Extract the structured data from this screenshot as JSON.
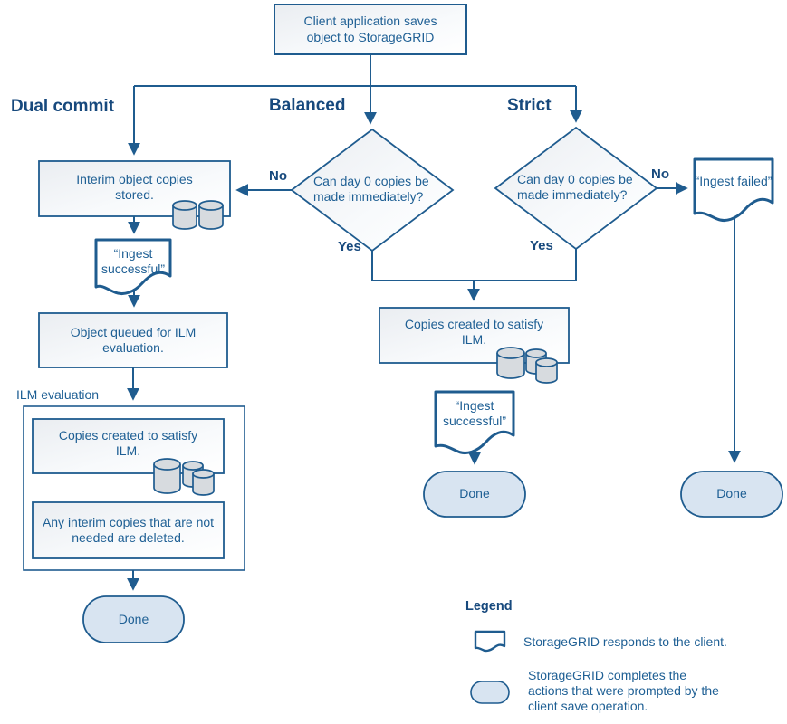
{
  "nodes": {
    "client_save": "Client application saves object to StorageGRID",
    "interim_stored": "Interim object copies stored.",
    "ingest_successful_dual": "“Ingest successful”",
    "object_queued": "Object queued for ILM evaluation.",
    "ilm_evaluation_label": "ILM evaluation",
    "copies_created_dual": "Copies created to satisfy ILM.",
    "interim_deleted": "Any interim copies that are not needed are deleted.",
    "done_dual": "Done",
    "decision_balanced": "Can  day 0 copies be made immediately?",
    "decision_strict": "Can  day 0 copies be made immediately?",
    "copies_created_balanced": "Copies created to satisfy ILM.",
    "ingest_successful_balanced": "“Ingest successful”",
    "done_balanced": "Done",
    "ingest_failed": "“Ingest failed”",
    "done_strict": "Done"
  },
  "branch_labels": {
    "dual_commit": "Dual commit",
    "balanced": "Balanced",
    "strict": "Strict"
  },
  "edge_labels": {
    "no_balanced": "No",
    "yes_balanced": "Yes",
    "no_strict": "No",
    "yes_strict": "Yes"
  },
  "legend": {
    "title": "Legend",
    "items": [
      {
        "icon": "document-icon",
        "text": "StorageGRID responds to the client."
      },
      {
        "icon": "stadium-icon",
        "text": "StorageGRID completes the actions that were prompted by the client save operation."
      }
    ]
  },
  "colors": {
    "line": "#1f5c8f",
    "accent_dark": "#17497d",
    "text": "#1e5f94",
    "done_fill": "#d8e4f1",
    "cylinder_fill": "#d7dbdf"
  }
}
